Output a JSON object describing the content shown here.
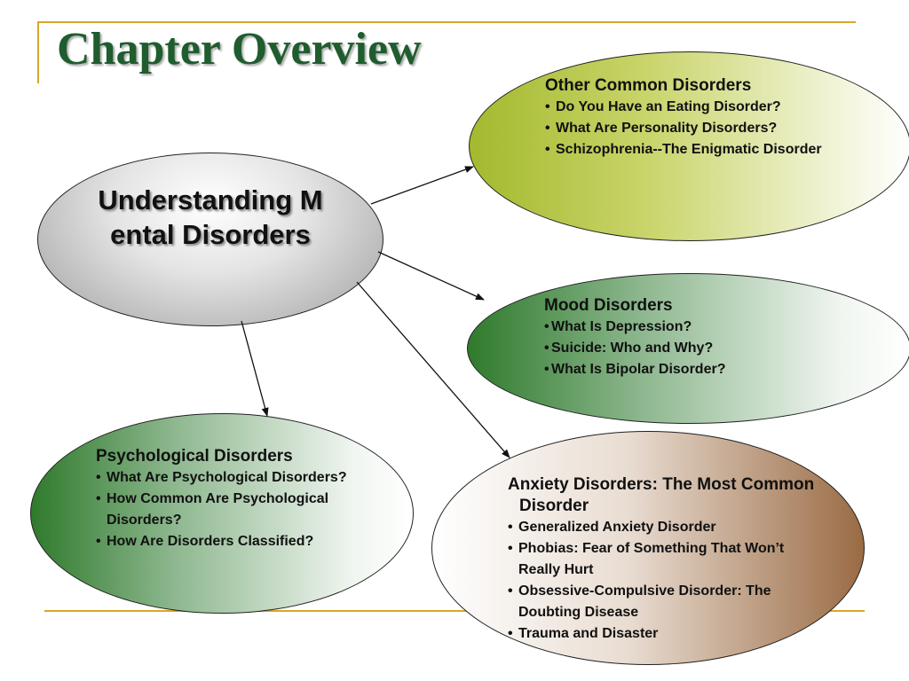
{
  "slide": {
    "title": "Chapter Overview"
  },
  "center": {
    "label": "Understanding Mental Disorders"
  },
  "nodes": {
    "other": {
      "title": "Other Common Disorders",
      "items": [
        "Do You Have an Eating Disorder?",
        "What Are Personality Disorders?",
        "Schizophrenia--The Enigmatic Disorder"
      ]
    },
    "mood": {
      "title": "Mood Disorders",
      "items": [
        "What Is Depression?",
        "Suicide: Who and Why?",
        "What Is Bipolar Disorder?"
      ]
    },
    "psych": {
      "title": "Psychological Disorders",
      "items": [
        "What Are Psychological Disorders?",
        "How Common Are Psychological Disorders?",
        "How Are Disorders Classified?"
      ]
    },
    "anxiety": {
      "title": "Anxiety Disorders: The Most Common Disorder",
      "items": [
        "Generalized Anxiety Disorder",
        "Phobias: Fear of Something That Won’t Really Hurt",
        "Obsessive-Compulsive Disorder: The Doubting Disease",
        "Trauma and Disaster"
      ]
    }
  },
  "bullet_glyph": "•",
  "colors": {
    "title": "#1f5c2e",
    "frame": "#d9a62a"
  }
}
